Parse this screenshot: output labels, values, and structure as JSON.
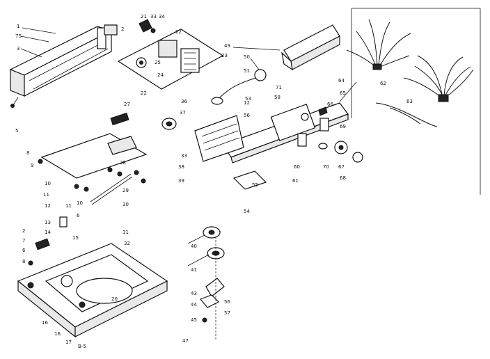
{
  "diagram": {
    "callouts": [
      "1",
      "75",
      "3",
      "2",
      "21",
      "33",
      "34",
      "22",
      "24",
      "23",
      "25",
      "22",
      "5",
      "27",
      "8",
      "9",
      "10",
      "11",
      "12",
      "10",
      "11",
      "28",
      "29",
      "30",
      "6",
      "13",
      "14",
      "2",
      "7",
      "6",
      "8",
      "15",
      "16",
      "17",
      "16",
      "20",
      "31",
      "32",
      "B-5",
      "49",
      "50",
      "51",
      "53",
      "36",
      "37",
      "33",
      "38",
      "39",
      "71",
      "58",
      "55",
      "12",
      "54",
      "56",
      "64",
      "65",
      "66",
      "69",
      "60",
      "67",
      "61",
      "70",
      "68",
      "62",
      "63",
      "40",
      "41",
      "43",
      "44",
      "45",
      "56",
      "57",
      "47"
    ],
    "footer_mark": "B-5"
  }
}
